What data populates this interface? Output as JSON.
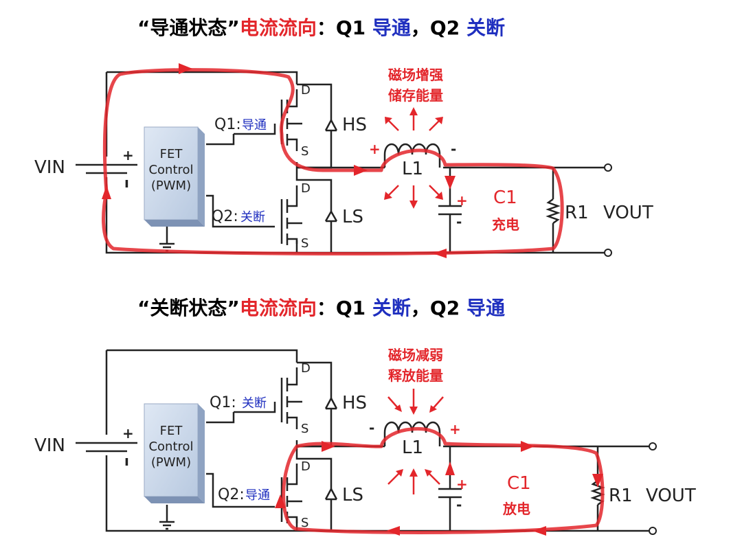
{
  "colors": {
    "current": "#e3262b",
    "switch": "#1f2fbf",
    "wire": "#222222",
    "chip": "#c9d7ea"
  },
  "top": {
    "title": {
      "q1": "“导通状态”",
      "flow": "电流流向",
      "colon": "：Q1 ",
      "q1state": "导通",
      "sep": "，Q2 ",
      "q2state": "关断"
    },
    "energy": [
      "磁场增强",
      "储存能量"
    ],
    "q1_label": "Q1:",
    "q1_state": "导通",
    "q2_label": "Q2:",
    "q2_state": "关断",
    "c1_action": "充电",
    "l1_left_pol": "+",
    "l1_right_pol": "-"
  },
  "bottom": {
    "title": {
      "q1": "“关断状态”",
      "flow": "电流流向",
      "colon": "：Q1 ",
      "q1state": "关断",
      "sep": "，Q2 ",
      "q2state": "导通"
    },
    "energy": [
      "磁场减弱",
      "释放能量"
    ],
    "q1_label": "Q1:",
    "q1_state": "关断",
    "q2_label": "Q2:",
    "q2_state": "导通",
    "c1_action": "放电",
    "l1_left_pol": "-",
    "l1_right_pol": "+"
  },
  "common": {
    "vin": "VIN",
    "vout": "VOUT",
    "hs": "HS",
    "ls": "LS",
    "l1": "L1",
    "c1": "C1",
    "r1": "R1",
    "fet": "FET",
    "control": "Control",
    "pwm": "(PWM)",
    "d": "D",
    "s": "S",
    "plus": "+",
    "minus": "-"
  }
}
